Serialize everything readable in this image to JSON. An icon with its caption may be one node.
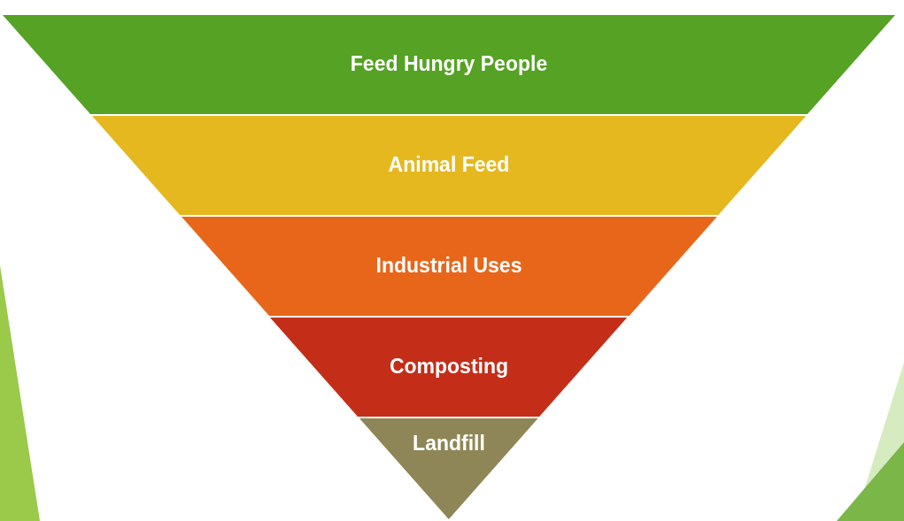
{
  "diagram": {
    "nodes": [
      {
        "text": [
          "Feed Hungry People"
        ]
      },
      {
        "text": [
          "Animal Feed"
        ]
      },
      {
        "text": [
          "Industrial Uses"
        ]
      },
      {
        "text": [
          "Composting"
        ]
      },
      {
        "text": [
          "Landfill"
        ]
      }
    ]
  }
}
